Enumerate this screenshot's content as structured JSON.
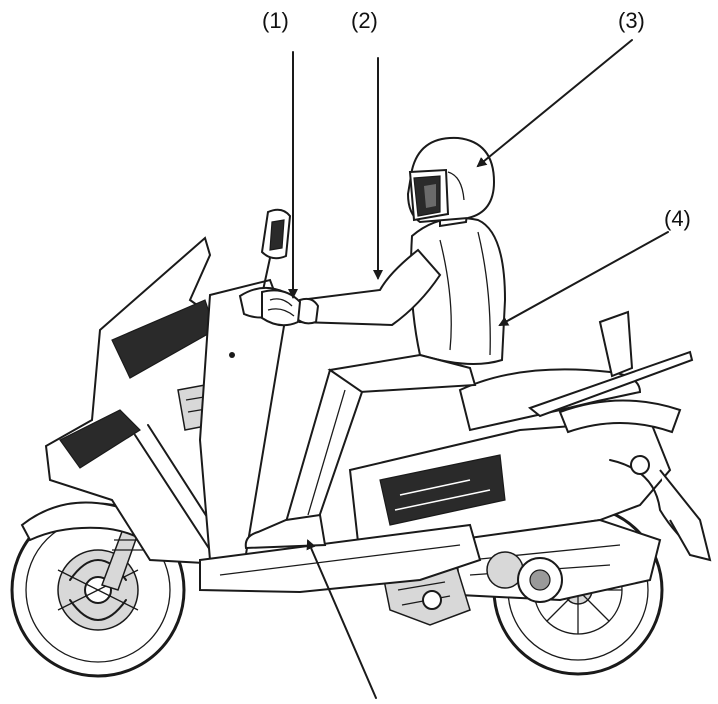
{
  "callouts": [
    {
      "id": "1",
      "label": "(1)"
    },
    {
      "id": "2",
      "label": "(2)"
    },
    {
      "id": "3",
      "label": "(3)"
    },
    {
      "id": "4",
      "label": "(4)"
    }
  ],
  "colors": {
    "ink": "#1a1a1a",
    "fill_dark": "#2a2a2a",
    "fill_light": "#d8d8d8",
    "background": "#ffffff"
  }
}
